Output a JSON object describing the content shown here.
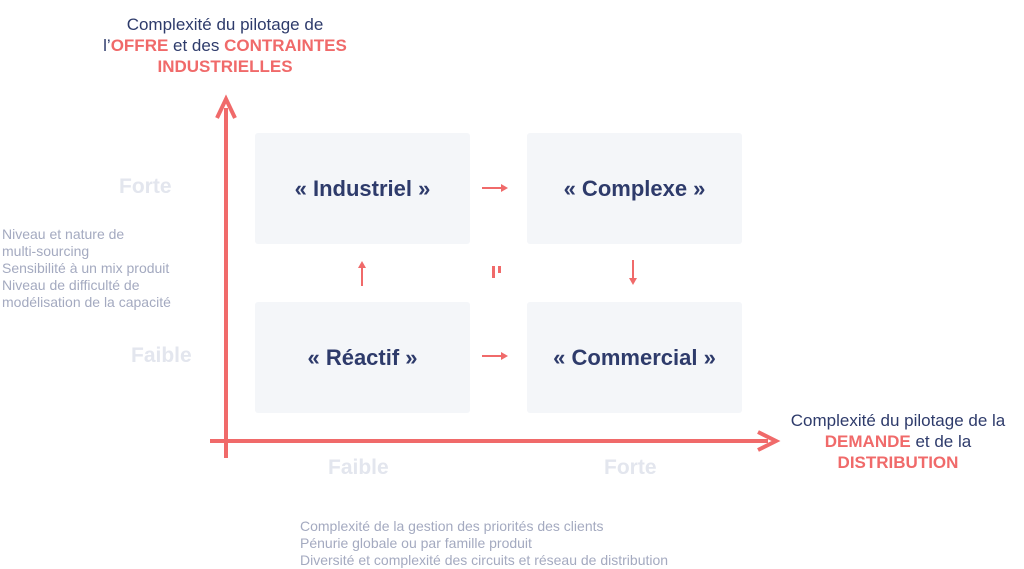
{
  "y_axis": {
    "title_line1": "Complexité du pilotage de",
    "title_prefix": "l’",
    "title_hl1": "OFFRE",
    "title_mid": " et des ",
    "title_hl2": "CONTRAINTES",
    "title_hl3": "INDUSTRIELLES",
    "level_high": "Forte",
    "level_low": "Faible",
    "criteria": [
      "Niveau et nature de",
      "multi-sourcing",
      "Sensibilité à un mix produit",
      "Niveau de difficulté de",
      "modélisation de la capacité"
    ]
  },
  "x_axis": {
    "title_line1": "Complexité du pilotage de la",
    "title_hl1": "DEMANDE",
    "title_mid": " et de la",
    "title_hl2": "DISTRIBUTION",
    "level_low": "Faible",
    "level_high": "Forte",
    "criteria": [
      "Complexité de la gestion des priorités des clients",
      "Pénurie globale ou par famille produit",
      "Diversité et complexité des circuits et réseau de distribution"
    ]
  },
  "quadrants": {
    "top_left": "« Industriel »",
    "top_right": "« Complexe »",
    "bottom_left": "« Réactif »",
    "bottom_right": "« Commercial »"
  },
  "colors": {
    "accent": "#f06a6a",
    "navy": "#2e3b6b",
    "box": "#f4f6f9",
    "muted": "#a4aac0",
    "faint": "#e3e6ee"
  },
  "icons": {
    "axis_arrow": "arrow-icon",
    "transition_arrow": "small-arrow-icon",
    "center_mark": "tick-mark-icon"
  }
}
